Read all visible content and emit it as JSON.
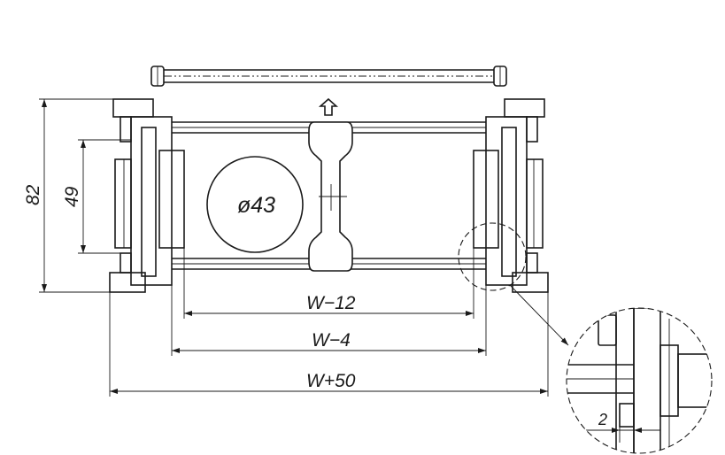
{
  "drawing": {
    "dimensions": {
      "height_outer": "82",
      "height_inner": "49",
      "diameter": "ø43",
      "width_inner": "W−12",
      "width_mid": "W−4",
      "width_outer": "W+50",
      "detail_gap": "2"
    },
    "icons": {
      "up_arrow": "up-arrow-icon",
      "leader_arrow": "leader-arrow-icon"
    }
  }
}
